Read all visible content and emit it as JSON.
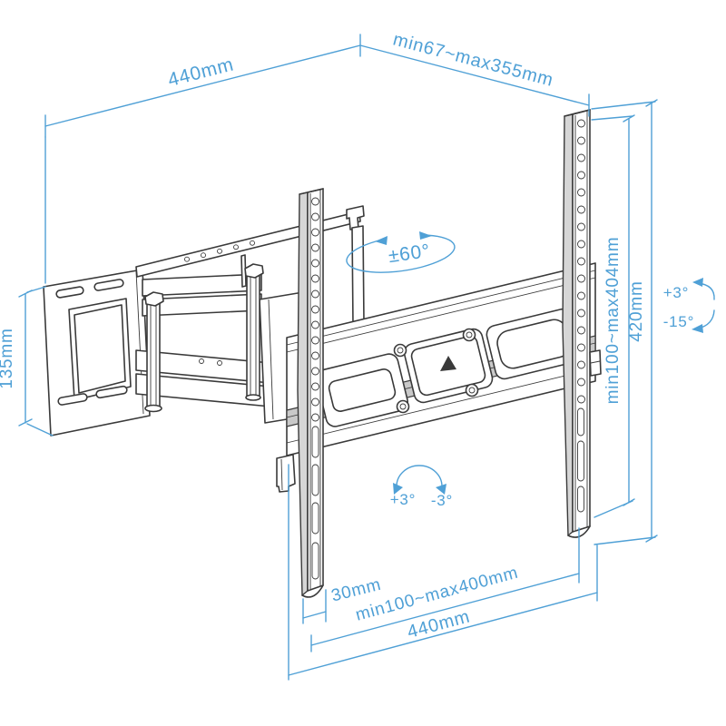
{
  "title": "Full-motion TV wall mount bracket technical drawing",
  "colors": {
    "dimension": "#4FA0D6",
    "line_art": "#3A3A3A",
    "background": "#FFFFFF"
  },
  "dimensions": {
    "top_width": "440mm",
    "arm_extension": "min67~max355mm",
    "wall_plate_height": "135mm",
    "swivel": "±60°",
    "vesa_vertical": "min100~max404mm",
    "bracket_height": "420mm",
    "tilt_up": "+3°",
    "tilt_down": "-15°",
    "level_plus": "+3°",
    "level_minus": "-3°",
    "rail_offset": "30mm",
    "vesa_horizontal": "min100~max400mm",
    "bottom_width": "440mm"
  }
}
